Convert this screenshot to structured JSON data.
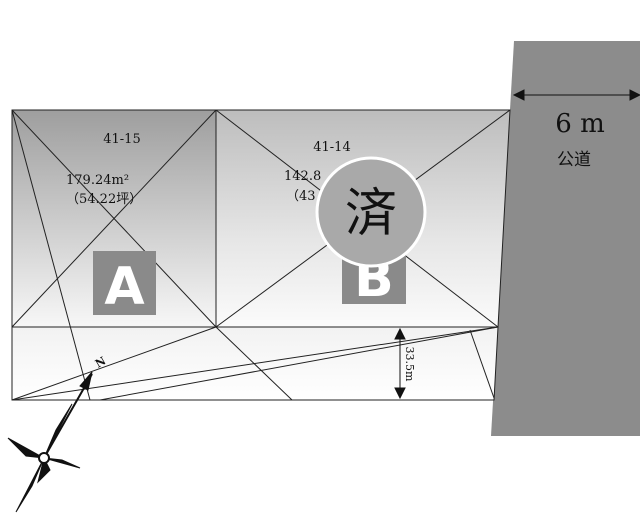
{
  "lots": [
    {
      "parcel_number": "41-15",
      "area_sqm": "179.24m²",
      "area_tsubo": "（54.22坪）",
      "letter": "A"
    },
    {
      "parcel_number": "41-14",
      "area_sqm": "142.8",
      "area_tsubo": "（43",
      "letter": "B",
      "status_stamp": "済"
    }
  ],
  "road": {
    "width_label": "6 m",
    "type_label": "公道"
  },
  "dimensions": {
    "lot_depth_label": "33.5m"
  },
  "compass": {
    "north_label": "N"
  },
  "colors": {
    "road_fill": "#8c8c8c",
    "lot_dark": "#a3a3a3",
    "lot_letter_bg": "#8a8a8a",
    "stamp_fill": "#a9a9a9",
    "line": "#222222"
  }
}
